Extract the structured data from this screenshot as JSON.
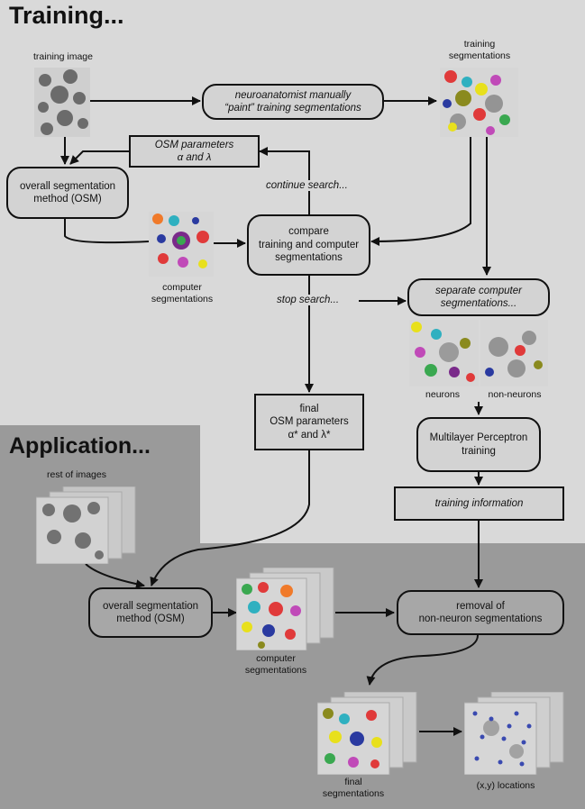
{
  "headings": {
    "training": "Training...",
    "application": "Application..."
  },
  "nodes": {
    "manual_paint": "neuroanatomist manually\n“paint” training segmentations",
    "osm_params": "OSM parameters\nα and λ",
    "osm_top": "overall segmentation\nmethod (OSM)",
    "compare": "compare\ntraining and computer\nsegmentations",
    "separate": "separate computer\nsegmentations...",
    "final_params": "final\nOSM parameters\nα* and λ*",
    "mlp": "Multilayer Perceptron\ntraining",
    "training_info": "training information",
    "osm_bottom": "overall segmentation\nmethod (OSM)",
    "removal": "removal of\nnon-neuron segmentations"
  },
  "edge_labels": {
    "continue": "continue search...",
    "stop": "stop search..."
  },
  "image_labels": {
    "training_image": "training image",
    "training_segmentations": "training\nsegmentations",
    "computer_segmentations_top": "computer\nsegmentations",
    "neurons": "neurons",
    "non_neurons": "non-neurons",
    "rest_of_images": "rest of images",
    "computer_segmentations_bottom": "computer\nsegmentations",
    "final_segmentations": "final\nsegmentations",
    "xy_locations": "(x,y) locations"
  },
  "colors": {
    "training_bg": "#d9d9d9",
    "application_bg": "#9a9a9a",
    "segment_palette": [
      "#e8e01c",
      "#2fb0c0",
      "#e03a3a",
      "#8a8a1e",
      "#c04ab8",
      "#2a3aa0",
      "#f07a2a",
      "#3aa850",
      "#7a2a8a",
      "#2ac0a0"
    ],
    "location_marker": "#3a4ab0"
  }
}
